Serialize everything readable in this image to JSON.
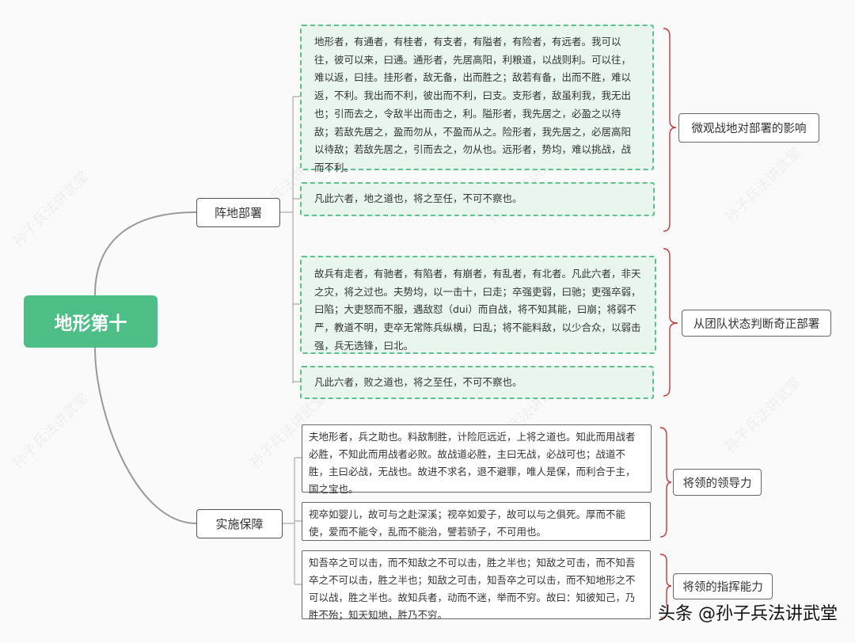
{
  "root": {
    "label": "地形第十",
    "color": "#4dbf86"
  },
  "branches": [
    {
      "label": "阵地部署"
    },
    {
      "label": "实施保障"
    }
  ],
  "boxes": [
    "地形者，有通者，有桂者，有支者，有隘者，有险者，有远者。我可以往，彼可以来，曰通。通形者，先居高阳，利粮道，以战则利。可以往，难以返，曰挂。挂形者，敌无备，出而胜之；敌若有备，出而不胜，难以返，不利。我出而不利，彼出而不利，曰支。支形者，敌虽利我，我无出也；引而去之，令敌半出而击之，利。隘形者，我先居之，必盈之以待敌；若敌先居之，盈而勿从，不盈而从之。险形者，我先居之，必居高阳以待敌；若敌先居之，引而去之，勿从也。远形者，势均，难以挑战，战而不利。",
    "凡此六者，地之道也，将之至任，不可不察也。",
    "故兵有走者，有驰者，有陷者，有崩者，有乱者，有北者。凡此六者，非天之灾，将之过也。夫势均，以一击十，曰走；卒强吏弱，曰驰；吏强卒弱，曰陷；大吏怒而不服，遇敌怼（dui）而自战，将不知其能，曰崩；将弱不严，教道不明，吏卒无常陈兵纵横，曰乱；将不能料敌，以少合众，以弱击强，兵无选锋，曰北。",
    "凡此六者，败之道也，将之至任，不可不察也。",
    "夫地形者，兵之助也。料敌制胜，计险厄远近，上将之道也。知此而用战者必胜，不知此而用战者必败。故战道必胜，主曰无战，必战可也；战道不胜，主曰必战，无战也。故进不求名，退不避罪，唯人是保，而利合于主，国之宝也。",
    "视卒如婴儿，故可与之赴深溪；视卒如爱子，故可以与之俱死。厚而不能使，爱而不能令，乱而不能治，譬若骄子，不可用也。",
    "知吾卒之可以击，而不知敌之不可以击，胜之半也；知敌之可击，而不知吾卒之不可以击，胜之半也；知敌之可击，知吾卒之可以击，而不知地形之不可以战，胜之半也。故知兵者，动而不迷，举而不穷。故曰：知彼知己，乃胜不殆；知天知地，胜乃不穷。"
  ],
  "summaries": [
    "微观战地对部署的影响",
    "从团队状态判断奇正部署",
    "将领的领导力",
    "将领的指挥能力"
  ],
  "bracket_color": "#c0393b",
  "watermark": "孙子兵法讲武堂",
  "credit": "头条 @孙子兵法讲武堂"
}
